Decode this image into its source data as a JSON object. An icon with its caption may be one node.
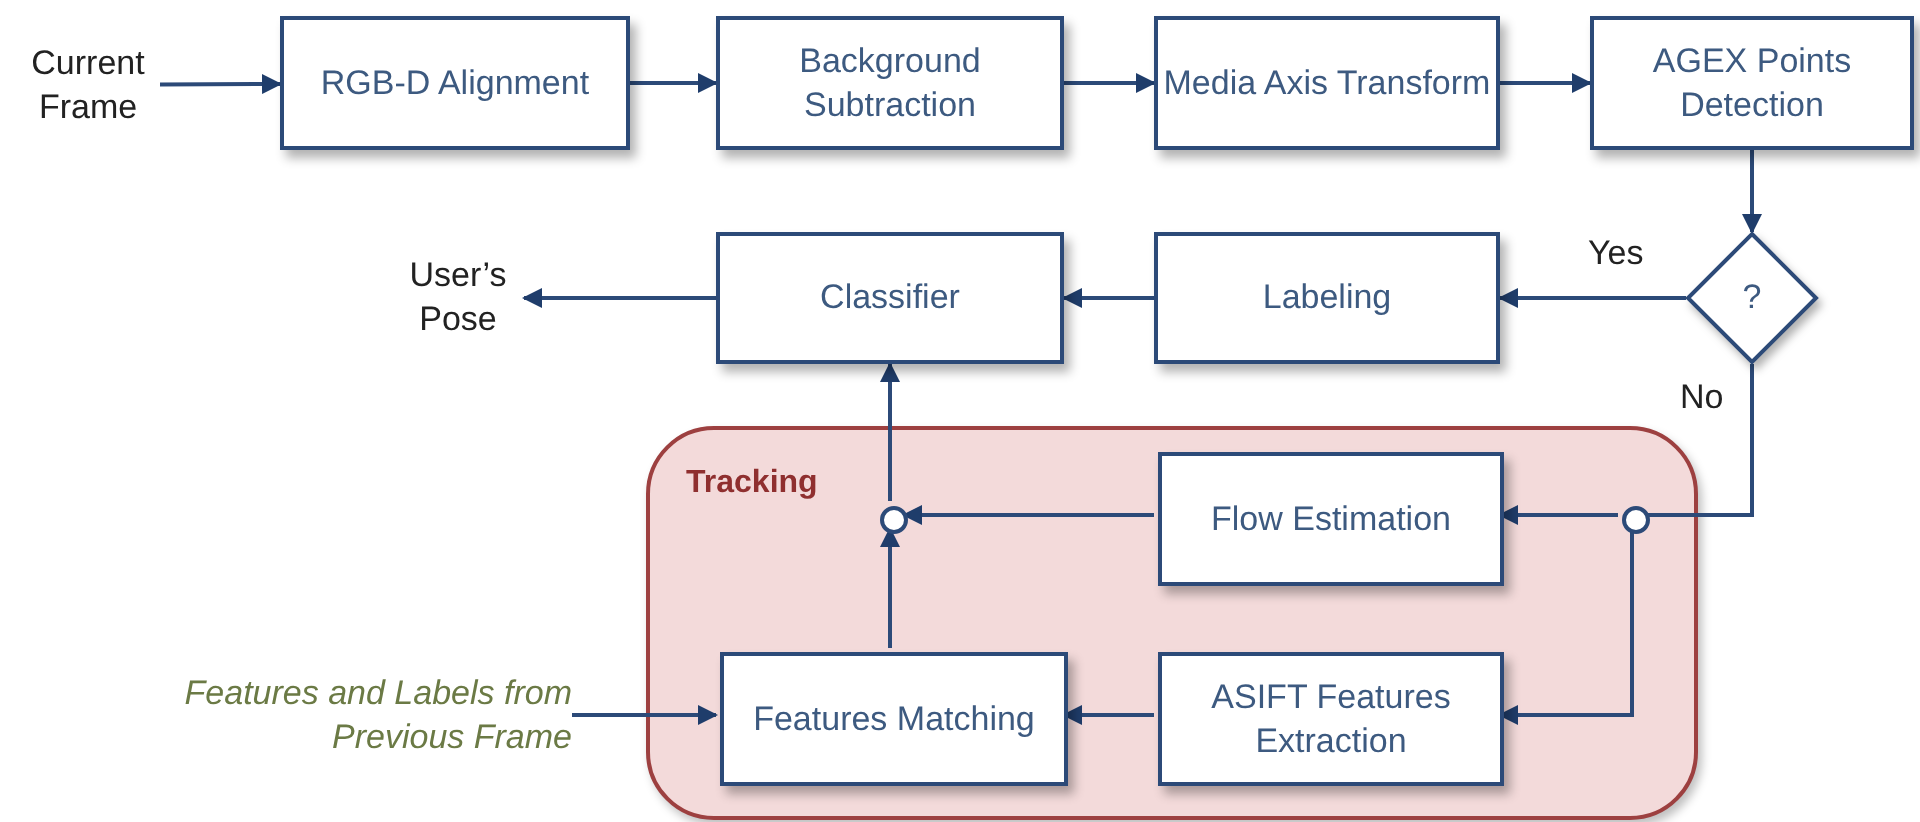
{
  "diagram": {
    "nodes": [
      {
        "text": [
          "Current Frame"
        ]
      },
      {
        "text": [
          "RGB-D Alignment"
        ]
      },
      {
        "text": [
          "Background Subtraction"
        ]
      },
      {
        "text": [
          "Media Axis Transform"
        ]
      },
      {
        "text": [
          "AGEX Points Detection"
        ]
      },
      {
        "text": [
          "?"
        ]
      },
      {
        "text": [
          "Labeling"
        ]
      },
      {
        "text": [
          "Classifier"
        ]
      },
      {
        "text": [
          "User’s Pose"
        ]
      },
      {
        "text": [
          "Tracking"
        ]
      },
      {
        "text": [],
        "shape": "circle",
        "in": 9
      },
      {
        "text": [
          "Flow Estimation"
        ],
        "in": 9
      },
      {
        "text": [],
        "shape": "circle",
        "in": 9
      },
      {
        "text": [
          "Features Matching"
        ],
        "in": 9
      },
      {
        "text": [
          "ASIFT Features Extraction"
        ],
        "in": 9
      },
      {
        "text": [
          "Features and Labels from Previous Frame"
        ]
      }
    ],
    "edges": [
      {
        "from": 0,
        "to": 1,
        "arrow": "to"
      },
      {
        "from": 1,
        "to": 2,
        "arrow": "to"
      },
      {
        "from": 2,
        "to": 3,
        "arrow": "to"
      },
      {
        "from": 3,
        "to": 4,
        "arrow": "to"
      },
      {
        "from": 4,
        "to": 5,
        "arrow": "to"
      },
      {
        "from": 5,
        "to": 6,
        "arrow": "to",
        "label": "Yes"
      },
      {
        "from": 6,
        "to": 7,
        "arrow": "to"
      },
      {
        "from": 7,
        "to": 8,
        "arrow": "to"
      },
      {
        "from": 5,
        "to": 12,
        "arrow": "none",
        "label": "No"
      },
      {
        "from": 12,
        "to": 11,
        "arrow": "to"
      },
      {
        "from": 12,
        "to": 14,
        "arrow": "to"
      },
      {
        "from": 11,
        "to": 10,
        "arrow": "to"
      },
      {
        "from": 13,
        "to": 10,
        "arrow": "to"
      },
      {
        "from": 10,
        "to": 7,
        "arrow": "to"
      },
      {
        "from": 15,
        "to": 13,
        "arrow": "to"
      },
      {
        "from": 14,
        "to": 13,
        "arrow": "to"
      }
    ]
  }
}
